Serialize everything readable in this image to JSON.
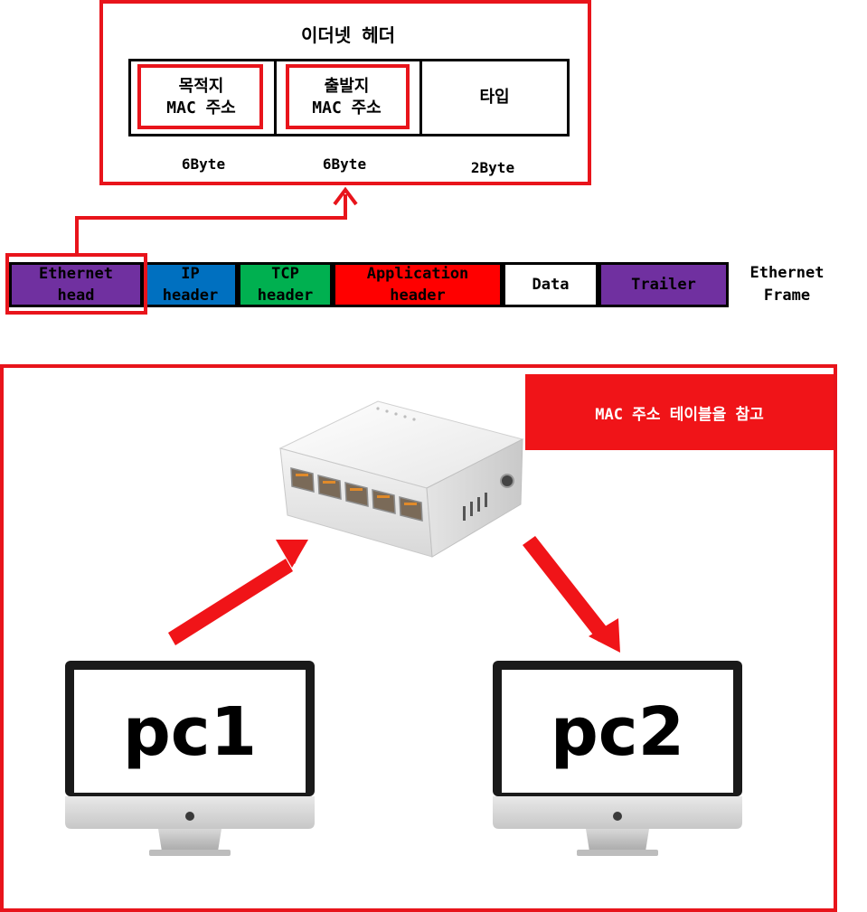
{
  "ethernet_header": {
    "title": "이더넷 헤더",
    "fields": [
      {
        "name": "목적지",
        "sub": "MAC 주소",
        "size": "6Byte"
      },
      {
        "name": "출발지",
        "sub": "MAC 주소",
        "size": "6Byte"
      },
      {
        "name": "타입",
        "sub": "",
        "size": "2Byte"
      }
    ]
  },
  "frame": {
    "segments": [
      {
        "line1": "Ethernet",
        "line2": "head",
        "color": "#7030a0"
      },
      {
        "line1": "IP",
        "line2": "header",
        "color": "#0070c0"
      },
      {
        "line1": "TCP",
        "line2": "header",
        "color": "#00b050"
      },
      {
        "line1": "Application",
        "line2": "header",
        "color": "#ff0000"
      },
      {
        "line1": "Data",
        "line2": "",
        "color": "#ffffff"
      },
      {
        "line1": "Trailer",
        "line2": "",
        "color": "#7030a0"
      }
    ],
    "label_line1": "Ethernet",
    "label_line2": "Frame"
  },
  "network": {
    "mac_table_label": "MAC 주소 테이블을 참고",
    "pc1": "pc1",
    "pc2": "pc2",
    "accent_color": "#e8141b"
  }
}
